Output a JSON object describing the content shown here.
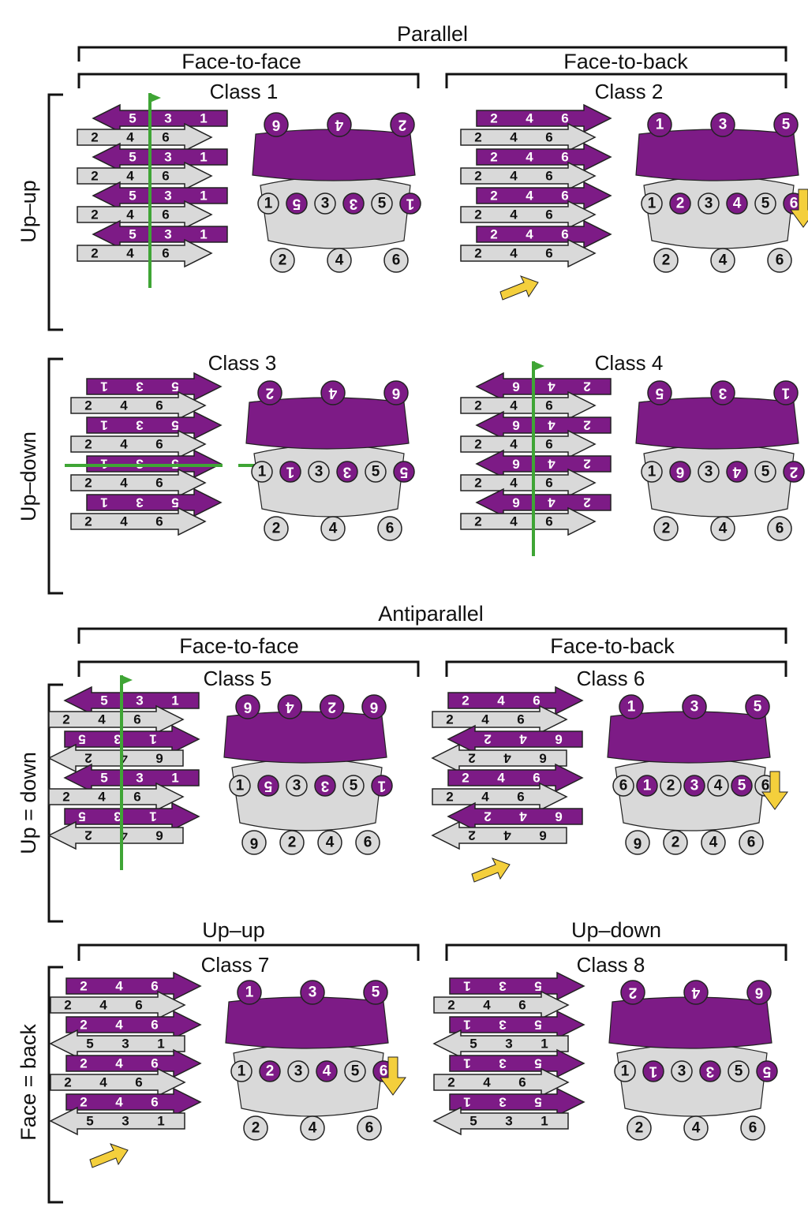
{
  "colors": {
    "purple": "#7d1b86",
    "gray": "#d9d9d9",
    "outline": "#222222",
    "axis_green": "#3fa535",
    "arrow_yellow": "#f4cf3c"
  },
  "sections": {
    "parallel": "Parallel",
    "antiparallel": "Antiparallel"
  },
  "headers": {
    "face_to_face_1": "Face-to-face",
    "face_to_back_1": "Face-to-back",
    "face_to_face_2": "Face-to-face",
    "face_to_back_2": "Face-to-back",
    "up_up": "Up–up",
    "up_down": "Up–down"
  },
  "row_labels": {
    "up_up": "Up–up",
    "up_down": "Up–down",
    "up_eq_down": "Up = down",
    "face_eq_back": "Face = back"
  },
  "classes": [
    {
      "label": "Class 1",
      "sheet_type": "parallel",
      "flip": false,
      "axis": "vertical",
      "arrow": false,
      "purple_nums": [
        "5",
        "3",
        "1"
      ],
      "gray_nums": [
        "2",
        "4",
        "6"
      ],
      "top_nums": [
        "6",
        "4",
        "2"
      ],
      "mid_nums": [
        "1",
        "5",
        "3",
        "3",
        "5",
        "1"
      ],
      "bot_nums": [
        "2",
        "4",
        "6"
      ]
    },
    {
      "label": "Class 2",
      "sheet_type": "parallel",
      "flip": false,
      "axis": "none",
      "arrow": true,
      "purple_nums": [
        "2",
        "4",
        "6"
      ],
      "gray_nums": [
        "2",
        "4",
        "6"
      ],
      "top_nums": [
        "1",
        "3",
        "5"
      ],
      "mid_nums": [
        "1",
        "2",
        "3",
        "4",
        "5",
        "6"
      ],
      "bot_nums": [
        "2",
        "4",
        "6"
      ]
    },
    {
      "label": "Class 3",
      "sheet_type": "parallel",
      "flip": true,
      "axis": "horizontal",
      "arrow": false,
      "purple_nums": [
        "1",
        "3",
        "5"
      ],
      "gray_nums": [
        "2",
        "4",
        "6"
      ],
      "top_nums": [
        "2",
        "4",
        "6"
      ],
      "mid_nums": [
        "1",
        "1",
        "3",
        "3",
        "5",
        "5"
      ],
      "bot_nums": [
        "2",
        "4",
        "6"
      ]
    },
    {
      "label": "Class 4",
      "sheet_type": "parallel",
      "flip": true,
      "axis": "vertical",
      "arrow": false,
      "purple_nums": [
        "6",
        "4",
        "2"
      ],
      "gray_nums": [
        "2",
        "4",
        "6"
      ],
      "top_nums": [
        "5",
        "3",
        "1"
      ],
      "mid_nums": [
        "1",
        "6",
        "3",
        "4",
        "5",
        "2"
      ],
      "bot_nums": [
        "2",
        "4",
        "6"
      ]
    },
    {
      "label": "Class 5",
      "sheet_type": "antiparallel",
      "flip": false,
      "axis": "vertical",
      "arrow": false,
      "purple_nums": [
        "5",
        "3",
        "1"
      ],
      "gray_nums": [
        "2",
        "4",
        "6"
      ],
      "top_nums": [
        "6",
        "4",
        "2",
        "6"
      ],
      "mid_nums": [
        "1",
        "5",
        "3",
        "3",
        "5",
        "1"
      ],
      "bot_nums": [
        "6",
        "2",
        "4",
        "6"
      ]
    },
    {
      "label": "Class 6",
      "sheet_type": "antiparallel",
      "flip": false,
      "axis": "none",
      "arrow": true,
      "purple_nums": [
        "2",
        "4",
        "6"
      ],
      "gray_nums": [
        "2",
        "4",
        "6"
      ],
      "top_nums": [
        "1",
        "3",
        "5"
      ],
      "mid_nums": [
        "6",
        "1",
        "2",
        "3",
        "4",
        "5",
        "6"
      ],
      "bot_nums": [
        "6",
        "2",
        "4",
        "6"
      ]
    },
    {
      "label": "Class 7",
      "sheet_type": "mixed",
      "flip": false,
      "axis": "none",
      "arrow": true,
      "purple_nums": [
        "2",
        "4",
        "6"
      ],
      "gray_nums": [
        "2",
        "4",
        "6"
      ],
      "top_nums": [
        "1",
        "3",
        "5"
      ],
      "mid_nums": [
        "1",
        "2",
        "3",
        "4",
        "5",
        "6"
      ],
      "bot_nums": [
        "2",
        "4",
        "6"
      ]
    },
    {
      "label": "Class 8",
      "sheet_type": "mixed",
      "flip": true,
      "axis": "none",
      "arrow": false,
      "purple_nums": [
        "1",
        "3",
        "5"
      ],
      "gray_nums": [
        "2",
        "4",
        "6"
      ],
      "top_nums": [
        "2",
        "4",
        "6"
      ],
      "mid_nums": [
        "1",
        "1",
        "3",
        "3",
        "5",
        "5"
      ],
      "bot_nums": [
        "2",
        "4",
        "6"
      ]
    }
  ]
}
